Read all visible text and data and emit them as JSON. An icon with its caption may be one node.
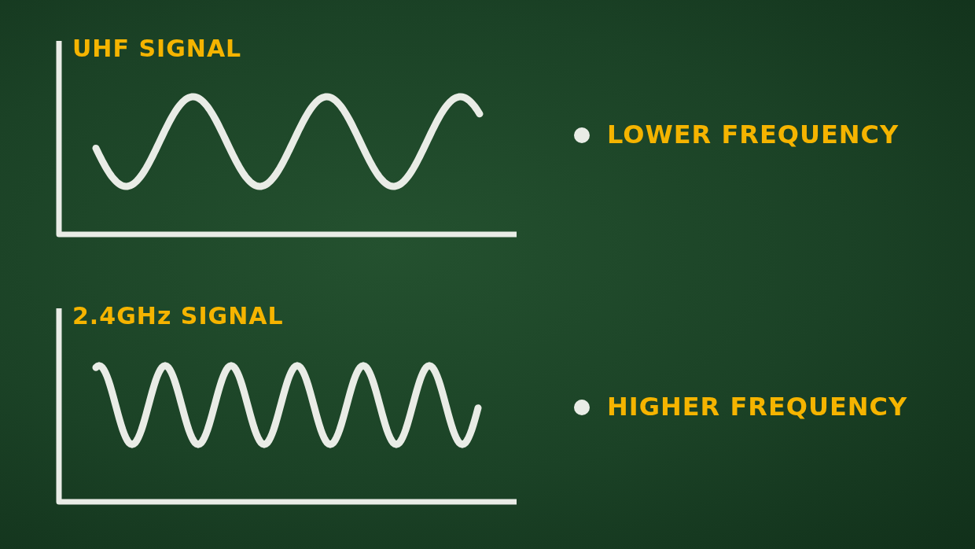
{
  "diagram": {
    "labels": [
      "UHF SIGNAL",
      "LOWER FREQUENCY",
      "2.4GHz SIGNAL",
      "HIGHER FREQUENCY"
    ]
  }
}
